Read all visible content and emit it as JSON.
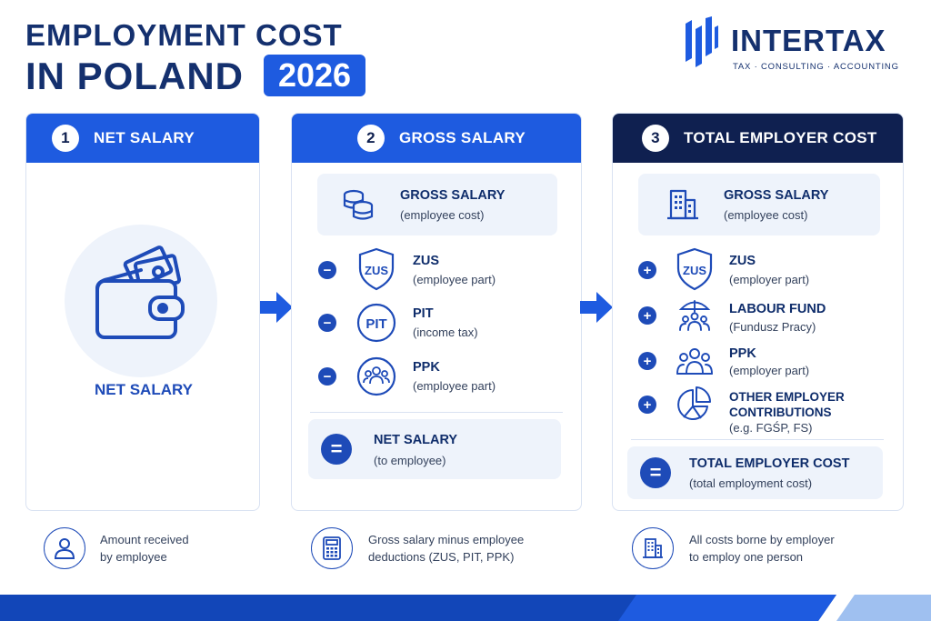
{
  "title": {
    "line1": "EMPLOYMENT COST",
    "line2": "IN POLAND",
    "year": "2026"
  },
  "logo": {
    "name": "INTERTAX",
    "tagline": "TAX  ·  CONSULTING  ·  ACCOUNTING"
  },
  "colors": {
    "primary": "#1e5be0",
    "navy": "#0f2050",
    "accent": "#1e4bb8",
    "light_bg": "#eef3fb"
  },
  "panels": [
    {
      "number": "1",
      "header": "NET SALARY",
      "icon": "wallet-icon",
      "label": "NET SALARY",
      "footer": {
        "icon": "person-icon",
        "line1": "Amount received",
        "line2": "by employee"
      }
    },
    {
      "number": "2",
      "header": "GROSS SALARY",
      "top": {
        "icon": "coins-icon",
        "title": "GROSS SALARY",
        "subtitle": "(employee cost)"
      },
      "items": [
        {
          "op": "−",
          "icon": "zus-shield-icon",
          "icon_text": "ZUS",
          "title": "ZUS",
          "subtitle": "(employee part)"
        },
        {
          "op": "−",
          "icon": "pit-circle-icon",
          "icon_text": "PIT",
          "title": "PIT",
          "subtitle": "(income tax)"
        },
        {
          "op": "−",
          "icon": "people-circle-icon",
          "title": "PPK",
          "subtitle": "(employee part)"
        }
      ],
      "result": {
        "op": "=",
        "title": "NET SALARY",
        "subtitle": "(to employee)"
      },
      "footer": {
        "icon": "calculator-icon",
        "line1": "Gross salary minus employee",
        "line2": "deductions (ZUS, PIT, PPK)"
      }
    },
    {
      "number": "3",
      "header": "TOTAL EMPLOYER COST",
      "top": {
        "icon": "building-icon",
        "title": "GROSS SALARY",
        "subtitle": "(employee cost)"
      },
      "items": [
        {
          "op": "+",
          "icon": "zus-shield-icon",
          "icon_text": "ZUS",
          "title": "ZUS",
          "subtitle": "(employer part)"
        },
        {
          "op": "+",
          "icon": "umbrella-people-icon",
          "title": "LABOUR FUND",
          "subtitle": "(Fundusz Pracy)"
        },
        {
          "op": "+",
          "icon": "people-icon",
          "title": "PPK",
          "subtitle": "(employer part)"
        },
        {
          "op": "+",
          "icon": "pie-chart-icon",
          "title_line1": "OTHER EMPLOYER",
          "title_line2": "CONTRIBUTIONS",
          "subtitle": "(e.g. FGŚP, FS)"
        }
      ],
      "result": {
        "op": "=",
        "title": "TOTAL EMPLOYER COST",
        "subtitle": "(total employment cost)"
      },
      "footer": {
        "icon": "building-icon",
        "line1": "All costs borne by employer",
        "line2": "to employ one person"
      }
    }
  ]
}
